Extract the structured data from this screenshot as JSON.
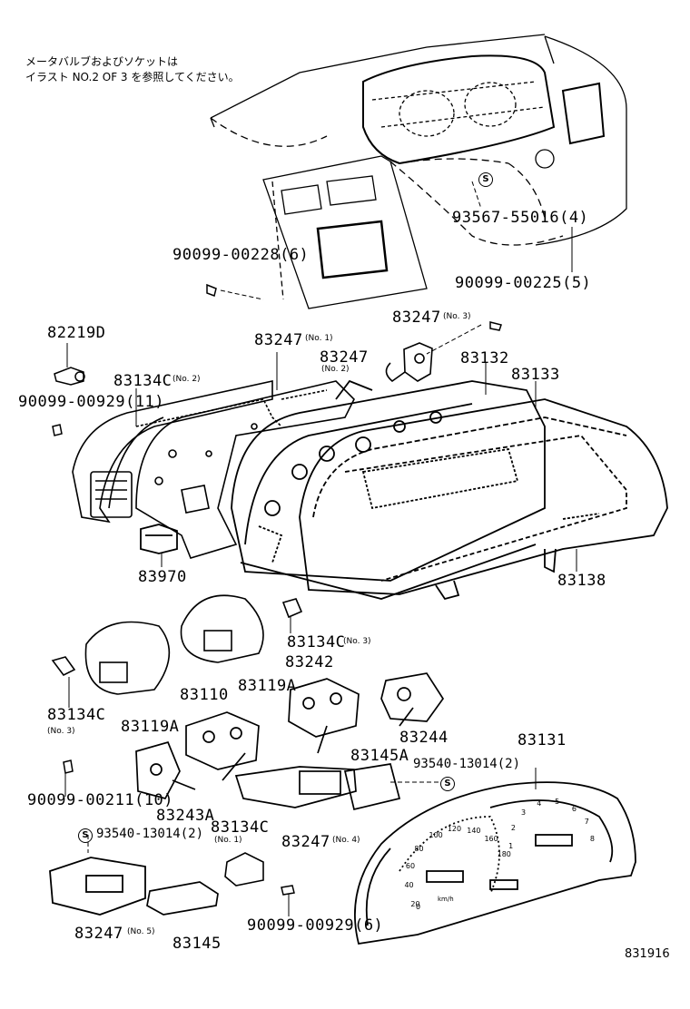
{
  "note": {
    "line1": "メータバルブおよびソケットは",
    "line2": "イラスト NO.2 OF 3 を参照してください。"
  },
  "parts": {
    "p93567": "93567-55016(4)",
    "p90099_00228": "90099-00228(6)",
    "p90099_00225": "90099-00225(5)",
    "p82219D": "82219D",
    "p83247_no1": "83247",
    "p83247_no1_tag": "(No. 1)",
    "p83247_no3": "83247",
    "p83247_no3_tag": "(No. 3)",
    "p83247_no2": "83247",
    "p83247_no2_tag": "(No. 2)",
    "p83134C_no2": "83134C",
    "p83134C_no2_tag": "(No. 2)",
    "p83132": "83132",
    "p83133": "83133",
    "p90099_00929_11": "90099-00929(11)",
    "p83970": "83970",
    "p83138": "83138",
    "p83134C_no3_right": "83134C",
    "p83134C_no3_right_tag": "(No. 3)",
    "p83242": "83242",
    "p83134C_no3_left": "83134C",
    "p83134C_no3_left_tag": "(No. 3)",
    "p83119A_left": "83119A",
    "p83110": "83110",
    "p83119A_right": "83119A",
    "p83244": "83244",
    "p83131": "83131",
    "p83145A": "83145A",
    "p93540_2": "93540-13014(2)",
    "p90099_00211": "90099-00211(10)",
    "p83243A": "83243A",
    "p93540_left": "93540-13014(2)",
    "p83134C_no1": "83134C",
    "p83134C_no1_tag": "(No. 1)",
    "p83247_no4": "83247",
    "p83247_no4_tag": "(No. 4)",
    "p90099_00929_6": "90099-00929(6)",
    "p83247_no5": "83247",
    "p83247_no5_tag": "(No. 5)",
    "p83145": "83145"
  },
  "s_mark": "S",
  "gauge": {
    "speed_ticks": [
      "20",
      "40",
      "60",
      "80",
      "100",
      "120",
      "140",
      "160",
      "180"
    ],
    "tach_ticks": [
      "1",
      "2",
      "3",
      "4",
      "5",
      "6",
      "7",
      "8"
    ],
    "unit": "km/h",
    "zero": "0"
  },
  "diagram_id": "831916"
}
